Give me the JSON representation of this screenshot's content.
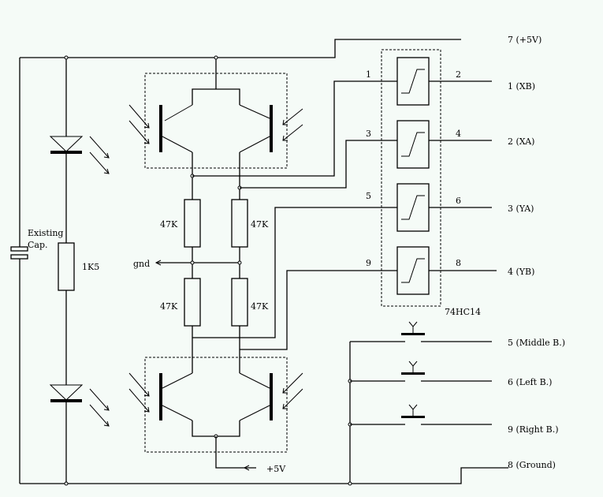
{
  "diagram": {
    "type": "circuit-schematic",
    "background": "#f5fbf7",
    "line_color": "#000000",
    "components": {
      "capacitor": {
        "label_line1": "Existing",
        "label_line2": "Cap."
      },
      "series_resistor": {
        "label": "1K5"
      },
      "divider_resistors": [
        {
          "label": "47K"
        },
        {
          "label": "47K"
        },
        {
          "label": "47K"
        },
        {
          "label": "47K"
        }
      ],
      "ground_tap": {
        "label": "gnd"
      },
      "lower_supply": {
        "label": "+5V"
      },
      "ic": {
        "label": "74HC14",
        "type": "schmitt-trigger-inverter"
      },
      "schmitt_gates": [
        {
          "in_pin": "1",
          "out_pin": "2"
        },
        {
          "in_pin": "3",
          "out_pin": "4"
        },
        {
          "in_pin": "5",
          "out_pin": "6"
        },
        {
          "in_pin": "9",
          "out_pin": "8"
        }
      ]
    },
    "connector_pins": [
      {
        "label": "7 (+5V)"
      },
      {
        "label": "1 (XB)"
      },
      {
        "label": "2 (XA)"
      },
      {
        "label": "3 (YA)"
      },
      {
        "label": "4 (YB)"
      },
      {
        "label": "5 (Middle B.)"
      },
      {
        "label": "6 (Left B.)"
      },
      {
        "label": "9 (Right B.)"
      },
      {
        "label": "8 (Ground)"
      }
    ]
  }
}
